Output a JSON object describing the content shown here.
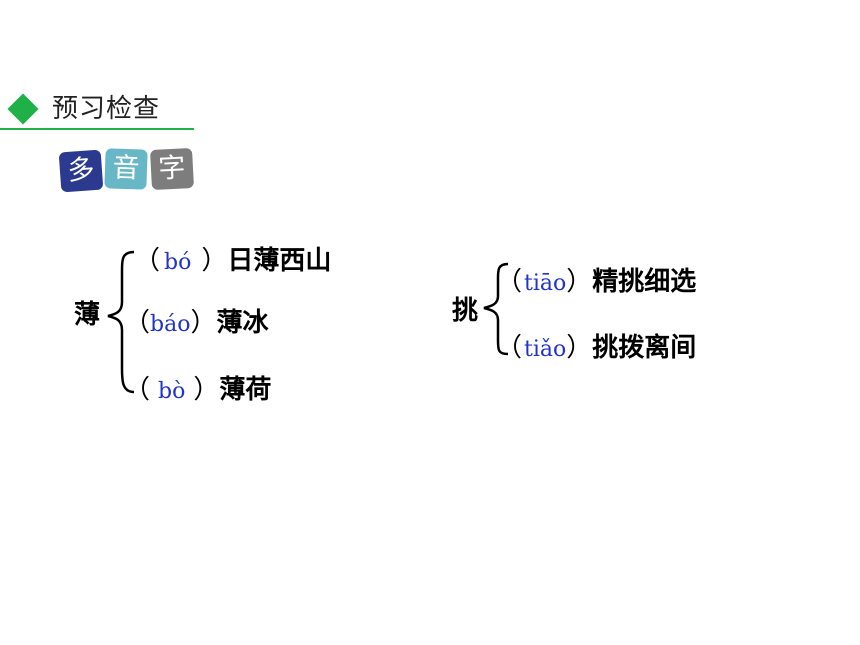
{
  "header": {
    "title": "预习检查"
  },
  "badges": [
    "多",
    "音",
    "字"
  ],
  "groups": [
    {
      "char": "薄",
      "items": [
        {
          "pinyin": "bó",
          "word": "日薄西山"
        },
        {
          "pinyin": "báo",
          "word": "薄冰"
        },
        {
          "pinyin": "bò",
          "word": "薄荷"
        }
      ]
    },
    {
      "char": "挑",
      "items": [
        {
          "pinyin": "tiāo",
          "word": "精挑细选"
        },
        {
          "pinyin": "tiǎo",
          "word": "挑拨离间"
        }
      ]
    }
  ],
  "colors": {
    "accent": "#1fb147",
    "pinyin": "#2233cc"
  }
}
